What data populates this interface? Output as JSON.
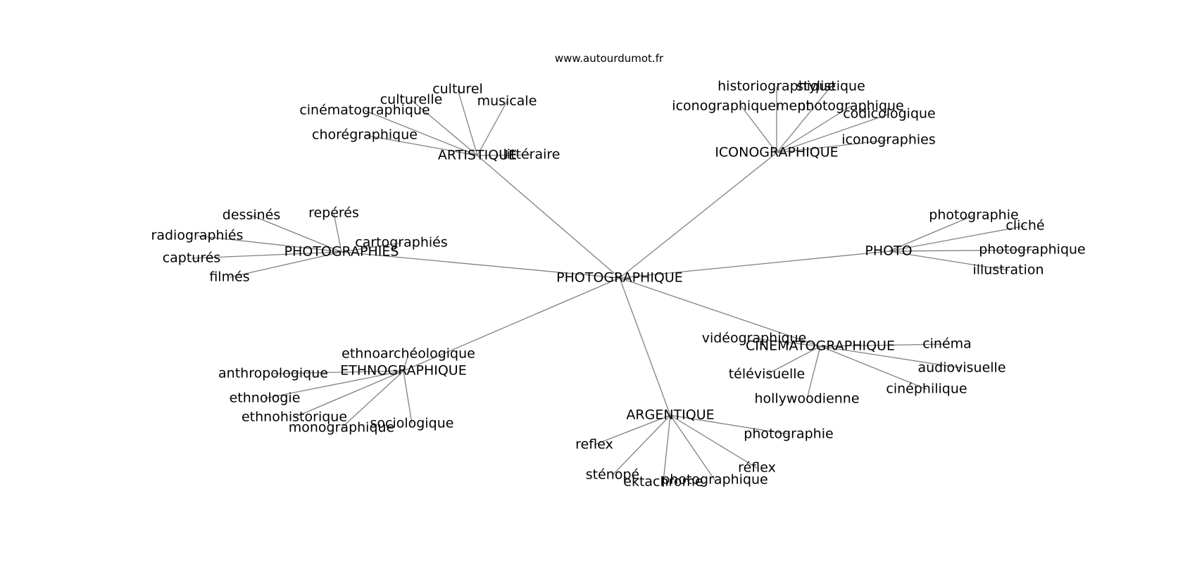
{
  "header": {
    "watermark": "www.autourdumot.fr"
  },
  "graph": {
    "center": "PHOTOGRAPHIQUE",
    "hubs": [
      {
        "id": "artistique",
        "label": "ARTISTIQUE",
        "words": [
          "culturel",
          "culturelle",
          "musicale",
          "cinématographique",
          "chorégraphique",
          "littéraire"
        ]
      },
      {
        "id": "iconographique",
        "label": "ICONOGRAPHIQUE",
        "words": [
          "historiographique",
          "stylistique",
          "iconographiquement",
          "photographique",
          "codicologique",
          "iconographies"
        ]
      },
      {
        "id": "photographies",
        "label": "PHOTOGRAPHIES",
        "words": [
          "dessinés",
          "repérés",
          "radiographiés",
          "cartographiés",
          "capturés",
          "filmés"
        ]
      },
      {
        "id": "photo",
        "label": "PHOTO",
        "words": [
          "photographie",
          "cliché",
          "photographique",
          "illustration"
        ]
      },
      {
        "id": "cinematographique",
        "label": "CINEMATOGRAPHIQUE",
        "words": [
          "vidéographique",
          "cinéma",
          "audiovisuelle",
          "télévisuelle",
          "cinéphilique",
          "hollywoodienne"
        ]
      },
      {
        "id": "ethnographique",
        "label": "ETHNOGRAPHIQUE",
        "words": [
          "ethnoarchéologique",
          "anthropologique",
          "ethnologie",
          "ethnohistorique",
          "monographique",
          "sociologique"
        ]
      },
      {
        "id": "argentique",
        "label": "ARGENTIQUE",
        "words": [
          "reflex",
          "photographie",
          "réflex",
          "sténopé",
          "ektachrome",
          "photographique"
        ]
      }
    ]
  }
}
